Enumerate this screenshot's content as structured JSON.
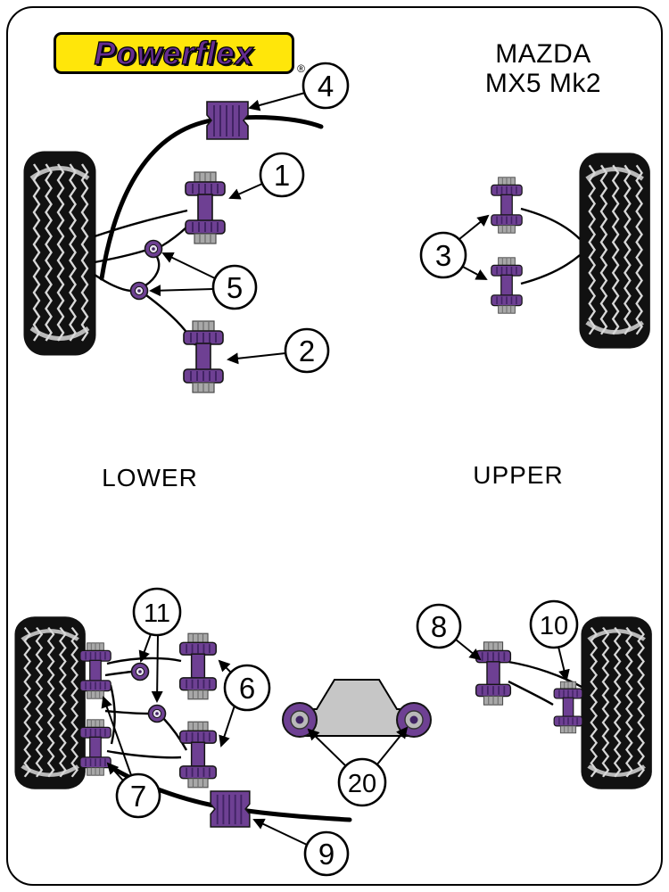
{
  "header": {
    "logo_text": "Powerflex",
    "registered_mark": "®",
    "vehicle_line1": "MAZDA",
    "vehicle_line2": "MX5 Mk2"
  },
  "labels": {
    "lower": "LOWER",
    "upper": "UPPER"
  },
  "callouts": {
    "c1": "1",
    "c2": "2",
    "c3": "3",
    "c4": "4",
    "c5": "5",
    "c6": "6",
    "c7": "7",
    "c8": "8",
    "c9": "9",
    "c10": "10",
    "c11": "11",
    "c20": "20"
  },
  "colors": {
    "bush-purple": "#6e4093",
    "bush-ridge": "#412364",
    "bracket-gray": "#a8a8a8",
    "plate-gray": "#c6c6c6",
    "logo-yellow": "#ffe60a",
    "logo-purple": "#652d90",
    "tire-black": "#111111",
    "tread-gray": "#d8d8d8",
    "line-black": "#000000"
  }
}
